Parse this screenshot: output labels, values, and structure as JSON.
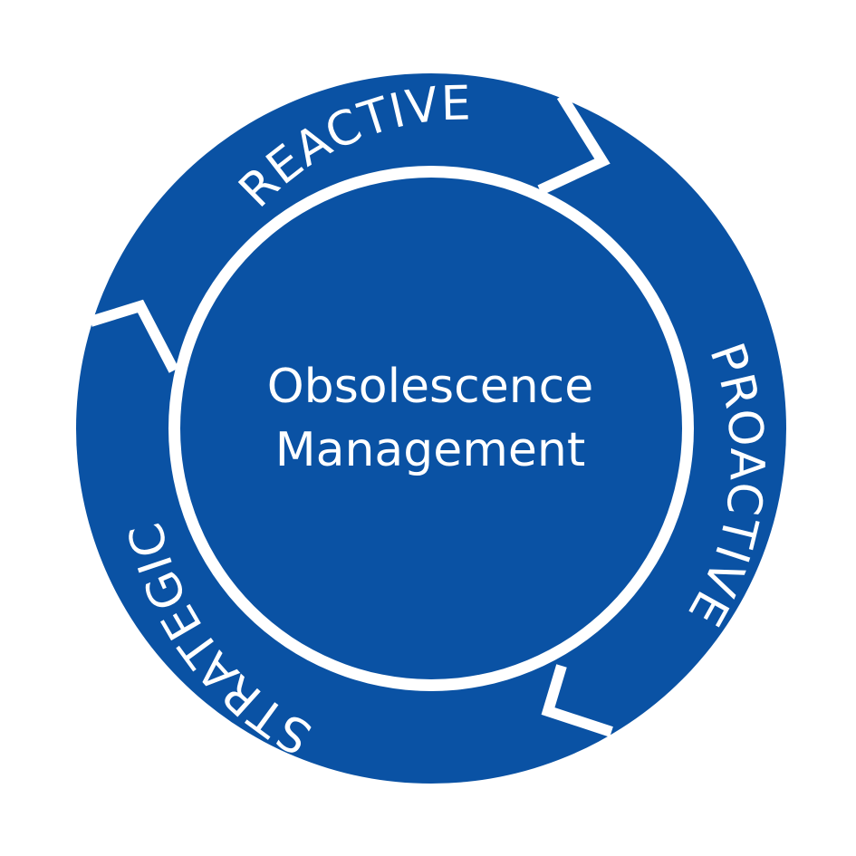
{
  "colors": {
    "primary": "#0A52A4",
    "background": "#FFFFFF",
    "text": "#FFFFFF"
  },
  "center": {
    "line1": "Obsolescence",
    "line2": "Management"
  },
  "segments": [
    {
      "label": "REACTIVE"
    },
    {
      "label": "PROACTIVE"
    },
    {
      "label": "STRATEGIC"
    }
  ]
}
